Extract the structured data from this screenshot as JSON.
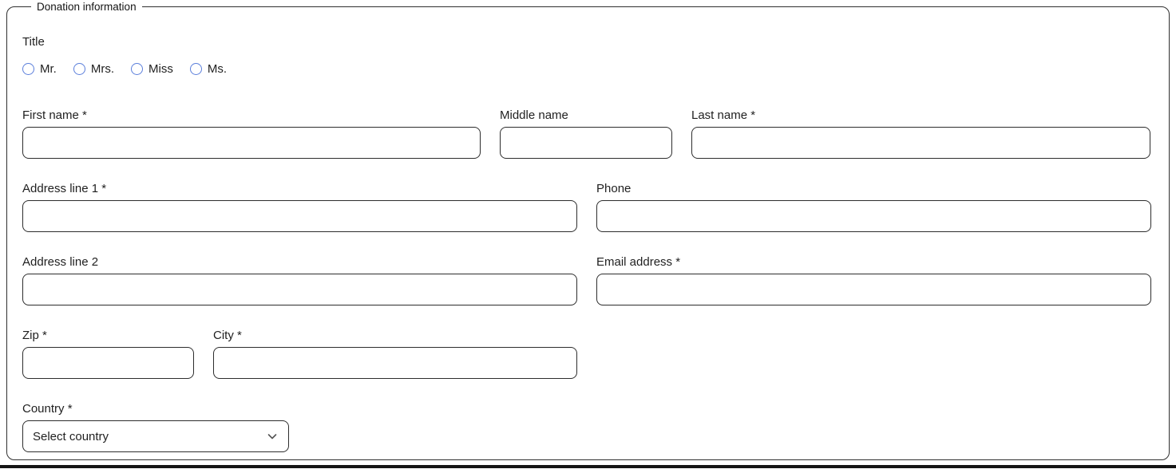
{
  "legend": "Donation information",
  "title_group": {
    "label": "Title",
    "options": [
      "Mr.",
      "Mrs.",
      "Miss",
      "Ms."
    ]
  },
  "fields": {
    "first_name": {
      "label": "First name *",
      "value": ""
    },
    "middle_name": {
      "label": "Middle name",
      "value": ""
    },
    "last_name": {
      "label": "Last name *",
      "value": ""
    },
    "address_line_1": {
      "label": "Address line 1 *",
      "value": ""
    },
    "phone": {
      "label": "Phone",
      "value": ""
    },
    "address_line_2": {
      "label": "Address line 2",
      "value": ""
    },
    "email": {
      "label": "Email address *",
      "value": ""
    },
    "zip": {
      "label": "Zip *",
      "value": ""
    },
    "city": {
      "label": "City *",
      "value": ""
    },
    "country": {
      "label": "Country *",
      "selected": "Select country"
    }
  },
  "colors": {
    "radio_outline": "#5b7fdb",
    "input_border": "#2d2d2d",
    "fieldset_border": "#2f2f2f",
    "text": "#1f1f1f"
  }
}
